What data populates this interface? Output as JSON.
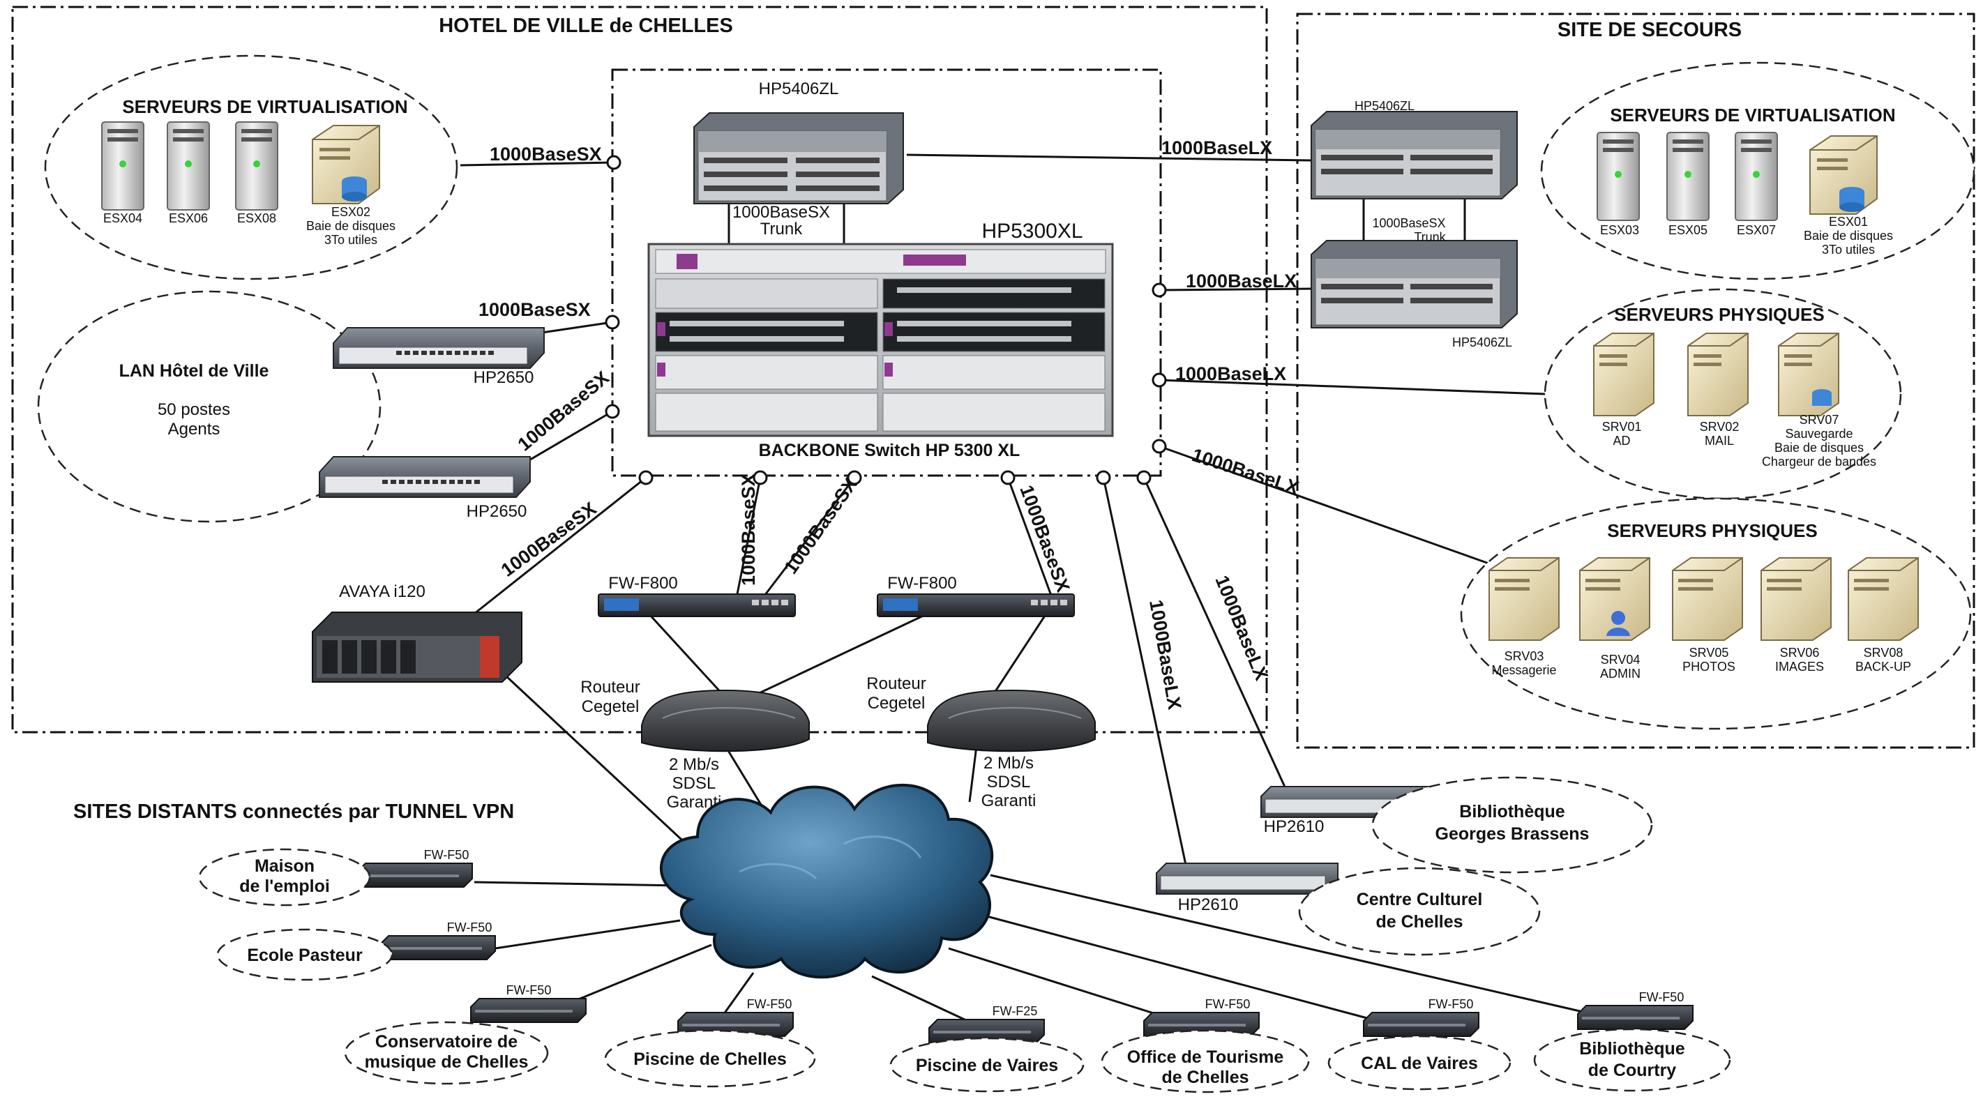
{
  "zones": {
    "hotel": "HOTEL DE VILLE de CHELLES",
    "secours": "SITE DE SECOURS",
    "distants": "SITES DISTANTS connectés par TUNNEL VPN"
  },
  "hotel": {
    "virt_title": "SERVEURS DE VIRTUALISATION",
    "esx_a": "ESX04",
    "esx_b": "ESX06",
    "esx_c": "ESX08",
    "storage_1": "ESX02",
    "storage_2": "Baie de disques",
    "storage_3": "3To utiles",
    "lan_title": "LAN Hôtel de Ville",
    "lan_line1": "50 postes",
    "lan_line2": "Agents",
    "switch_a": "HP2650",
    "switch_b": "HP2650",
    "avaya": "AVAYA i120"
  },
  "core": {
    "top_switch": "HP5406ZL",
    "trunk_1": "1000BaseSX",
    "trunk_2": "Trunk",
    "chassis": "HP5300XL",
    "backbone": "BACKBONE Switch HP 5300 XL"
  },
  "wan": {
    "fw_left": "FW-F800",
    "fw_right": "FW-F800",
    "router_left_1": "Routeur",
    "router_left_2": "Cegetel",
    "router_right_1": "Routeur",
    "router_right_2": "Cegetel",
    "sdsl_left_1": "2 Mb/s",
    "sdsl_left_2": "SDSL",
    "sdsl_left_3": "Garanti",
    "sdsl_right_1": "2 Mb/s",
    "sdsl_right_2": "SDSL",
    "sdsl_right_3": "Garanti"
  },
  "links": {
    "sx_virt": "1000BaseSX",
    "sx_hp2650a": "1000BaseSX",
    "sx_hp2650b": "1000BaseSX",
    "sx_avaya": "1000BaseSX",
    "sx_fw1": "1000BaseSX",
    "sx_fw2": "1000BaseSX",
    "sx_fw3": "1000BaseSX",
    "lx_secours_1": "1000BaseLX",
    "lx_secours_2": "1000BaseLX",
    "lx_phys": "1000BaseLX",
    "lx_phys2": "1000BaseLX",
    "lx_bib": "1000BaseLX",
    "lx_centre": "1000BaseLX"
  },
  "secours": {
    "switch_top": "HP5406ZL",
    "switch_bottom": "HP5406ZL",
    "trunk_1": "1000BaseSX",
    "trunk_2": "Trunk",
    "virt_title": "SERVEURS DE VIRTUALISATION",
    "esx_a": "ESX03",
    "esx_b": "ESX05",
    "esx_c": "ESX07",
    "storage_1": "ESX01",
    "storage_2": "Baie de disques",
    "storage_3": "3To utiles",
    "phys1_title": "SERVEURS PHYSIQUES",
    "srv01_a": "SRV01",
    "srv01_b": "AD",
    "srv02_a": "SRV02",
    "srv02_b": "MAIL",
    "srv07_a": "SRV07",
    "srv07_b": "Sauvegarde",
    "srv07_c": "Baie de disques",
    "srv07_d": "Chargeur de bandes",
    "phys2_title": "SERVEURS PHYSIQUES",
    "srv03_a": "SRV03",
    "srv03_b": "Messagerie",
    "srv04_a": "SRV04",
    "srv04_b": "ADMIN",
    "srv05_a": "SRV05",
    "srv05_b": "PHOTOS",
    "srv06_a": "SRV06",
    "srv06_b": "IMAGES",
    "srv08_a": "SRV08",
    "srv08_b": "BACK-UP"
  },
  "remote": {
    "bib_switch": "HP2610",
    "bib_1": "Bibliothèque",
    "bib_2": "Georges Brassens",
    "centre_switch": "HP2610",
    "centre_1": "Centre Culturel",
    "centre_2": "de Chelles",
    "fw_maison": "FW-F50",
    "maison_1": "Maison",
    "maison_2": "de l'emploi",
    "fw_ecole": "FW-F50",
    "ecole": "Ecole Pasteur",
    "fw_conserv": "FW-F50",
    "conserv_1": "Conservatoire de",
    "conserv_2": "musique de Chelles",
    "fw_piscine_c": "FW-F50",
    "piscine_c": "Piscine de Chelles",
    "fw_piscine_v": "FW-F25",
    "piscine_v": "Piscine de Vaires",
    "fw_office": "FW-F50",
    "office_1": "Office de Tourisme",
    "office_2": "de Chelles",
    "fw_cal": "FW-F50",
    "cal": "CAL de Vaires",
    "fw_courtry": "FW-F50",
    "courtry_1": "Bibliothèque",
    "courtry_2": "de Courtry"
  }
}
